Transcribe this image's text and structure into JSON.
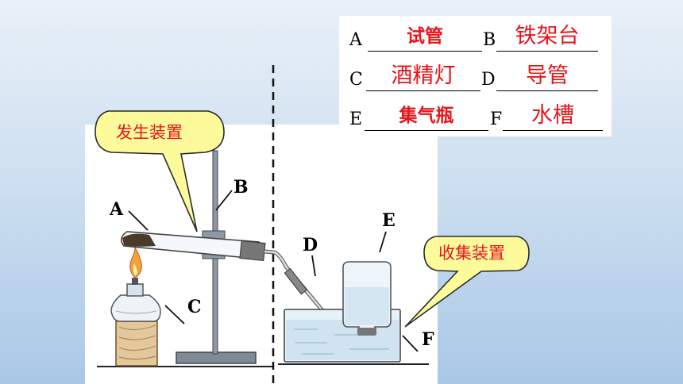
{
  "answers": {
    "A": {
      "letter": "A",
      "answer": "试管"
    },
    "B": {
      "letter": "B",
      "answer": "铁架台"
    },
    "C": {
      "letter": "C",
      "answer": "酒精灯"
    },
    "D": {
      "letter": "D",
      "answer": "导管"
    },
    "E": {
      "letter": "E",
      "answer": "集气瓶"
    },
    "F": {
      "letter": "F",
      "answer": "水槽"
    }
  },
  "callouts": {
    "generator": "发生装置",
    "collector": "收集装置"
  },
  "parts": {
    "A": "A",
    "B": "B",
    "C": "C",
    "D": "D",
    "E": "E",
    "F": "F"
  },
  "colors": {
    "answer_text": "#e8141a",
    "callout_fill": "#fdfa9c",
    "callout_stroke": "#2b2b2b"
  }
}
